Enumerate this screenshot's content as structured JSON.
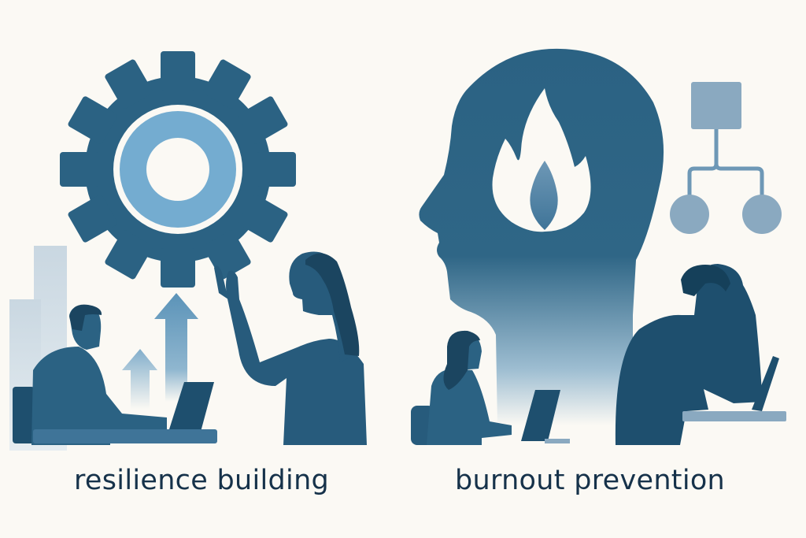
{
  "colors": {
    "background": "#fbf9f4",
    "primary_dark": "#1e4f6e",
    "primary": "#2b6283",
    "accent_light": "#74acd0",
    "muted": "#8aa9c0",
    "text": "#16324a"
  },
  "left_panel": {
    "caption": "resilience building",
    "elements": [
      "gear-icon",
      "bar-chart-background",
      "growth-arrows",
      "man-at-laptop",
      "woman-raising-hand"
    ]
  },
  "right_panel": {
    "caption": "burnout prevention",
    "elements": [
      "head-profile",
      "flame-icon",
      "org-chart-icon",
      "woman-at-laptop",
      "stressed-man-at-laptop"
    ]
  }
}
